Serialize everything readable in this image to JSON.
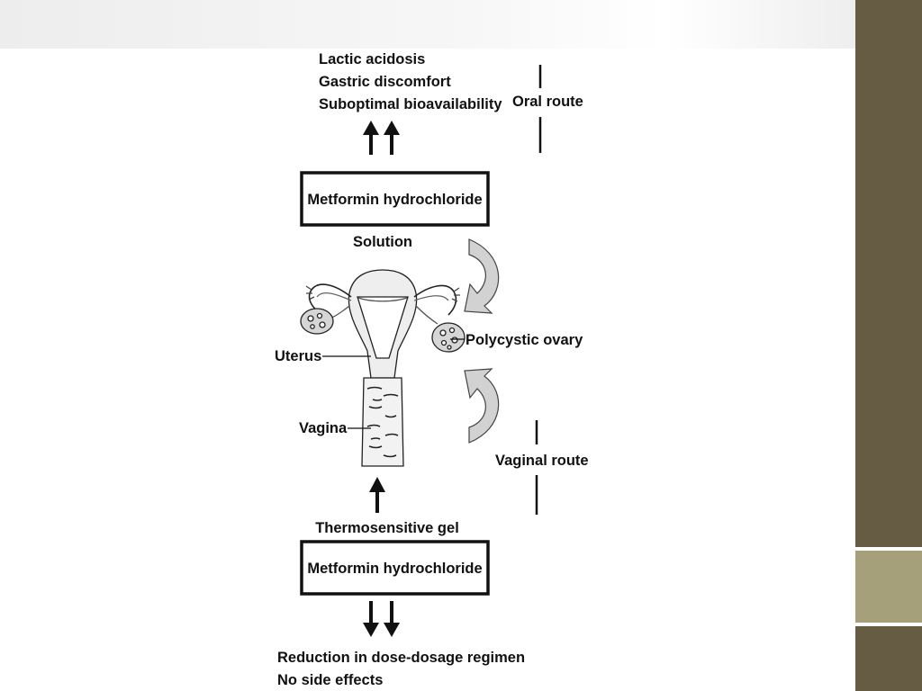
{
  "diagram": {
    "oral_effects": [
      "Lactic acidosis",
      "Gastric discomfort",
      "Suboptimal bioavailability"
    ],
    "oral_route": "Oral route",
    "drug_box_top": "Metformin hydrochloride",
    "solution": "Solution",
    "uterus": "Uterus",
    "vagina": "Vagina",
    "polycystic_ovary": "Polycystic ovary",
    "vaginal_route": "Vaginal route",
    "gel": "Thermosensitive gel",
    "drug_box_bottom": "Metformin hydrochloride",
    "vaginal_outcomes": [
      "Reduction in dose-dosage regimen",
      "No side effects"
    ]
  }
}
